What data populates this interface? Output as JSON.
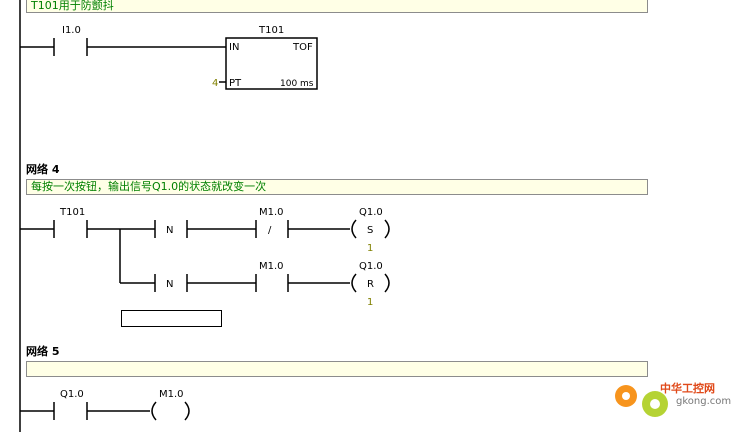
{
  "network3": {
    "comment": "T101用于防颤抖",
    "contact_i10": "I1.0",
    "timer_name": "T101",
    "timer_type": "TOF",
    "timer_in": "IN",
    "timer_pt": "PT",
    "pt_value": "4",
    "time_base": "100 ms"
  },
  "network4": {
    "title": "网络 4",
    "comment": "每按一次按钮，输出信号Q1.0的状态就改变一次",
    "t101": "T101",
    "n_label": "N",
    "m10": "M1.0",
    "q10": "Q1.0",
    "set": "S",
    "reset": "R",
    "count": "1",
    "slash": "/"
  },
  "network5": {
    "title": "网络 5",
    "comment": "",
    "q10": "Q1.0",
    "m10": "M1.0"
  },
  "watermark": {
    "name": "中华工控网",
    "url": "gkong.com"
  }
}
